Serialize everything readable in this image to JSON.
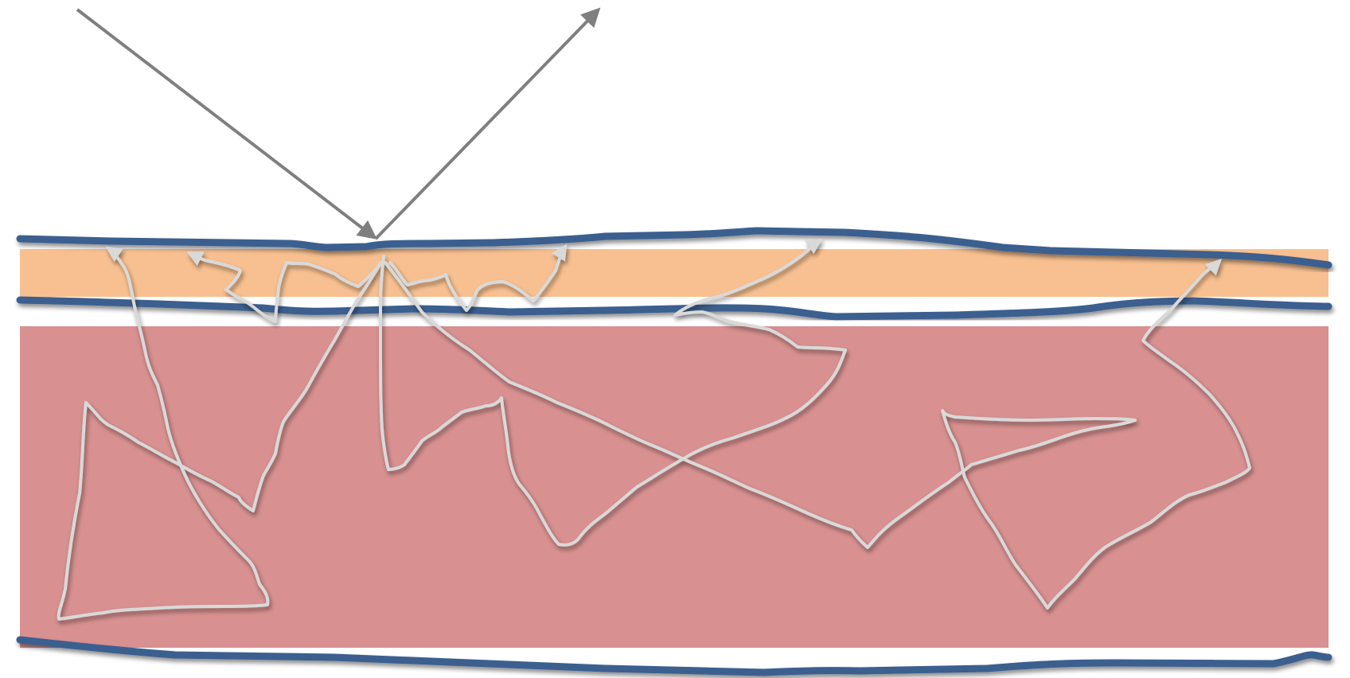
{
  "layers": {
    "top_layer_color": "#f8c090",
    "bottom_layer_color": "#d89090",
    "boundary_color": "#3b5f8f",
    "boundary_shadow_color": "#a0a0a0",
    "path_color": "#d9d9d9",
    "ray_color": "#7f7f7f",
    "background_color": "#ffffff"
  },
  "icons": {
    "incident_ray": "arrow-line",
    "reflected_ray": "arrow-line",
    "scatter_paths": "freehand-arrow-paths"
  }
}
